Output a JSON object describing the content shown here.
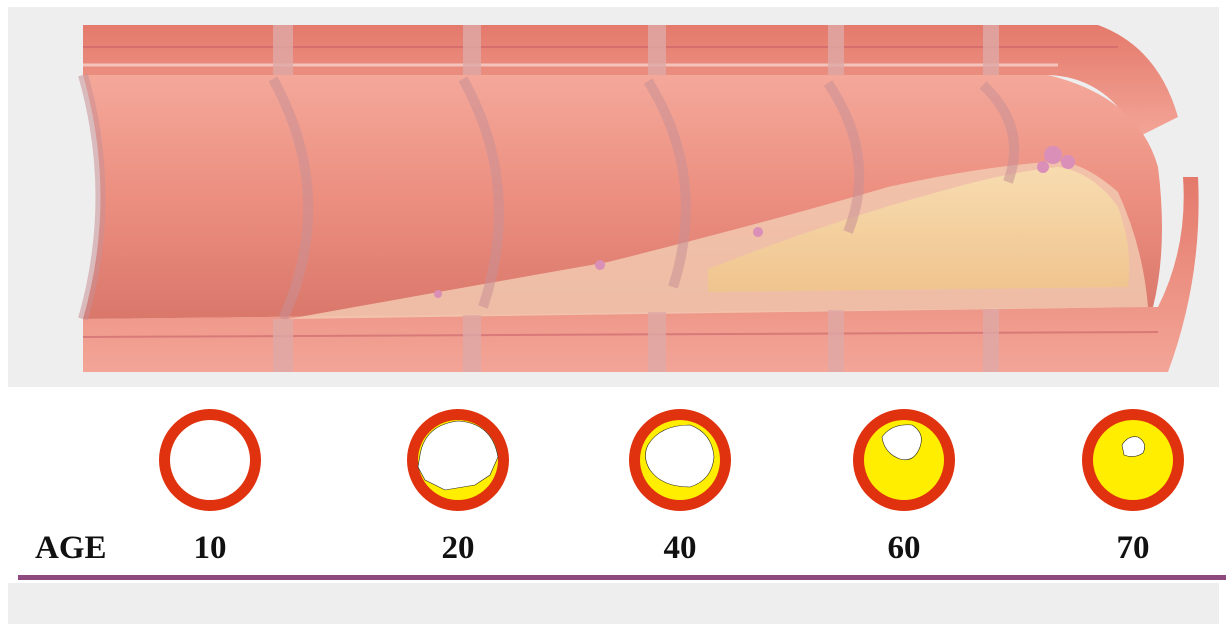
{
  "age_axis": {
    "label": "AGE",
    "stages": [
      {
        "age": "10",
        "plaque": "none"
      },
      {
        "age": "20",
        "plaque": "thin"
      },
      {
        "age": "40",
        "plaque": "moderate"
      },
      {
        "age": "60",
        "plaque": "heavy"
      },
      {
        "age": "70",
        "plaque": "near-occluded"
      }
    ]
  },
  "colors": {
    "vessel_wall": "#e0320f",
    "plaque": "#ffee00",
    "lumen": "#ffffff",
    "tissue": "#e8877b",
    "divider": "#8e4a7e"
  }
}
